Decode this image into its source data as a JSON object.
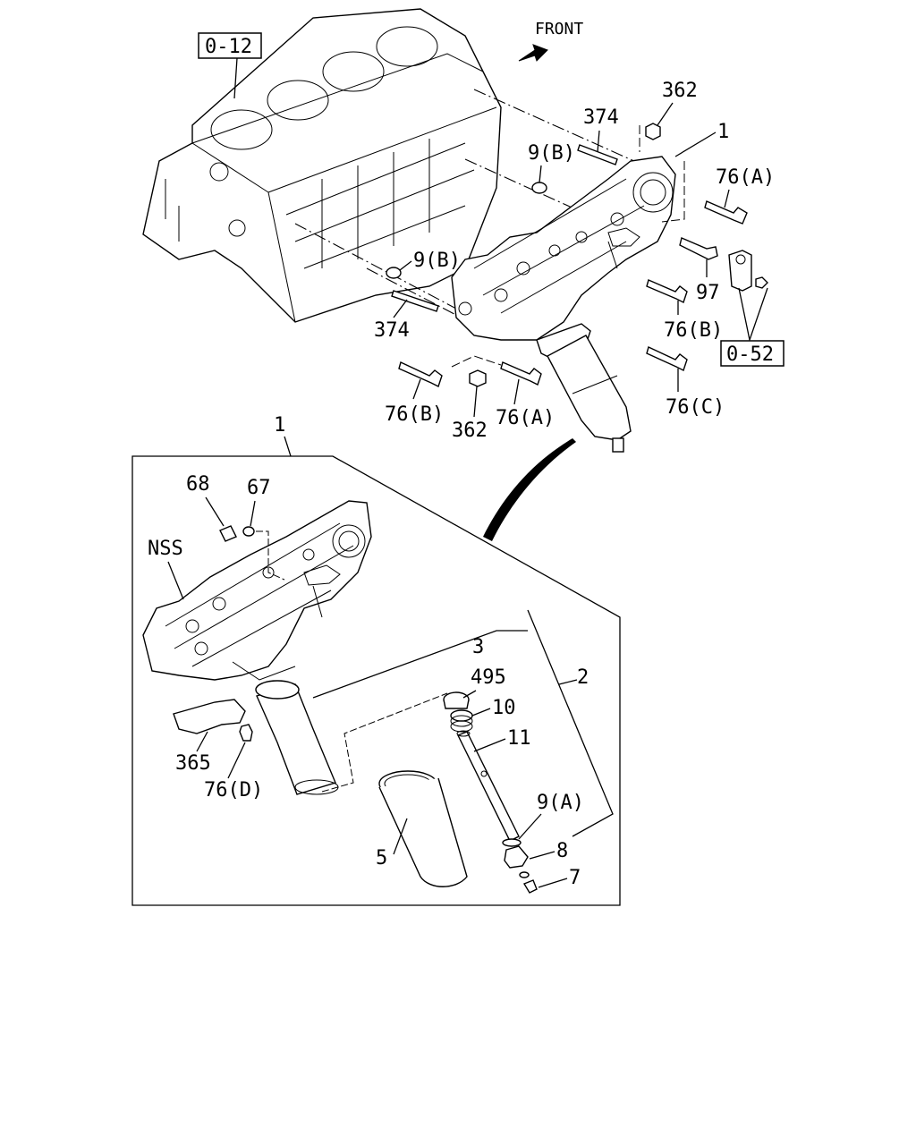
{
  "labels": {
    "front": "FRONT",
    "ref_012": "0-12",
    "ref_052": "0-52",
    "c362_top": "362",
    "c374_top": "374",
    "c1_top": "1",
    "c9b_top": "9(B)",
    "c76a_right": "76(A)",
    "c9b_mid": "9(B)",
    "c97": "97",
    "c374_mid": "374",
    "c76b_right": "76(B)",
    "c76b_bottom": "76(B)",
    "c362_bottom": "362",
    "c76a_bottom": "76(A)",
    "c76c": "76(C)",
    "c1_detail": "1",
    "c68": "68",
    "c67": "67",
    "nss": "NSS",
    "c3": "3",
    "c2": "2",
    "c495": "495",
    "c10": "10",
    "c11": "11",
    "c365": "365",
    "c76d": "76(D)",
    "c9a": "9(A)",
    "c5": "5",
    "c8": "8",
    "c7": "7"
  }
}
